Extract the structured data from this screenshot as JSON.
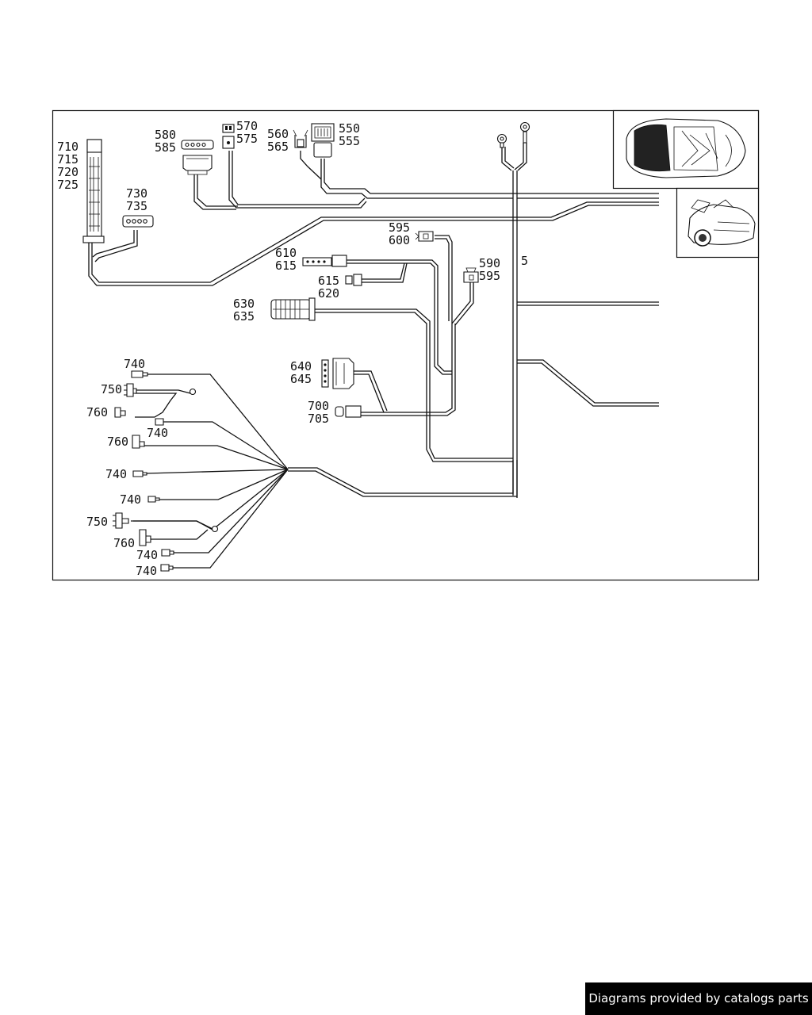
{
  "diagram": {
    "callouts": {
      "c710": "710",
      "c715": "715",
      "c720": "720",
      "c725": "725",
      "c730": "730",
      "c735": "735",
      "c580": "580",
      "c585": "585",
      "c570": "570",
      "c575": "575",
      "c560": "560",
      "c565": "565",
      "c550": "550",
      "c555": "555",
      "c595a": "595",
      "c600": "600",
      "c610": "610",
      "c615a": "615",
      "c615b": "615",
      "c620": "620",
      "c590": "590",
      "c595b": "595",
      "c5": "5",
      "c630": "630",
      "c635": "635",
      "c640": "640",
      "c645": "645",
      "c700": "700",
      "c705": "705",
      "c740a": "740",
      "c750a": "750",
      "c760a": "760",
      "c740b": "740",
      "c760b": "760",
      "c740c": "740",
      "c740d": "740",
      "c750b": "750",
      "c760c": "760",
      "c740e": "740",
      "c740f": "740"
    },
    "thumbnails": [
      "car-top-view",
      "convertible-car-rear-view"
    ]
  },
  "footer": {
    "text": "Diagrams provided by catalogs parts"
  }
}
